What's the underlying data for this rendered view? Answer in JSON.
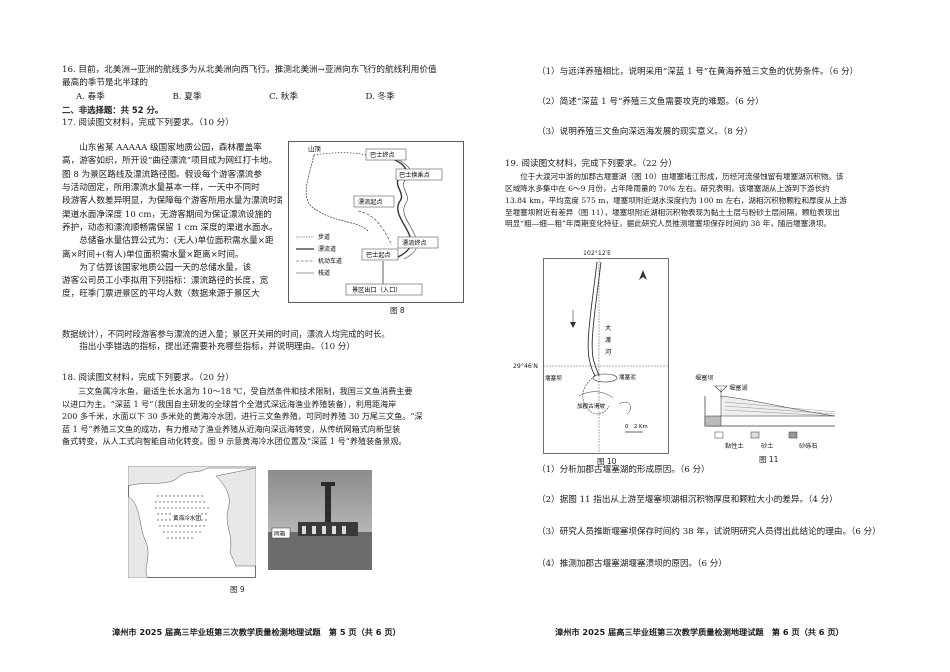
{
  "left": {
    "q16": {
      "line1": "16. 目前，北美洲→亚洲的航线多为从北美洲向西飞行。推测北美洲→亚洲向东飞行的航线利用价值",
      "line2": "最高的季节是北半球的",
      "options": [
        "A. 春季",
        "B. 夏季",
        "C. 秋季",
        "D. 冬季"
      ]
    },
    "section2": "二、非选择题：共 52 分。",
    "q17": {
      "title": "17. 阅读图文材料，完成下列要求。（10 分）",
      "lines": [
        "山东省某 AAAAA 级国家地质公园，森林覆盖率",
        "高，游客如织，所开设“曲径漂流”项目成为网红打卡地。",
        "图 8 为景区路线及漂流路径图。假设每个游客漂流参",
        "与活动固定，所用漂流水量基本一样，一天中不同时",
        "段游客人数差异明显，为保障每个游客所用水量为漂流时路径",
        "渠道水面净深度 10 cm，无游客期间为保证漂流设施的",
        "养护，动态和漂流顺畅需保留 1 cm 深度的渠道水面水。",
        "总储备水量估算公式为：(无人)单位面积需水量×距",
        "离×时间+(有人)单位面积需水量×距离×时间。"
      ],
      "para2": [
        "为了估算该国家地质公园一天的总储水量，该",
        "游客公司员工小李拟用下列指标：漂流路径的长度，宽",
        "度，旺季门票进景区的平均人数（数据来源于景区大",
        "数据统计），不同时段游客参与漂流的进入量；景区开关闸的时间，漂流人均完成的时长。"
      ],
      "ask": "指出小李错选的指标，提出还需要补充哪些指标，并说明理由。（10 分）",
      "figure": {
        "caption": "图 8",
        "labels": [
          "山顶",
          "巴士终点",
          "巴士换乘点",
          "漂流起点",
          "漂流终点",
          "巴士起点",
          "景区出口（入口）"
        ],
        "legend": [
          "步道",
          "漂流道",
          "机动车道",
          "栈道"
        ]
      }
    },
    "q18": {
      "title": "18. 阅读图文材料，完成下列要求。（20 分）",
      "lines": [
        "三文鱼属冷水鱼，最适生长水温为 10～18 ℃，受自然条件和技术限制，我国三文鱼消费主要",
        "以进口为主。“深蓝 1 号”（我国自主研发的全球首个全潜式深远海渔业养殖装备），利用距海岸",
        "200 多千米，水面以下 30 多米处的黄海冷水团，进行三文鱼养殖，可同时养殖 30 万尾三文鱼。“深",
        "蓝 1 号”养殖三文鱼的成功，有力推动了渔业养殖从近海向深远海转变，从传统网箱式向新型装",
        "备式转变，从人工式向智能自动化转变。图 9 示意黄海冷水团位置及“深蓝 1 号”养殖装备景观。"
      ],
      "figure": {
        "caption": "图 9",
        "map_label": "黄海冷水团",
        "photo_label": "网箱"
      }
    },
    "footer": "漳州市 2025 届高三毕业班第三次教学质量检测地理试题　第 5 页（共 6 页）"
  },
  "right": {
    "q18_sub": [
      "（1）与远洋养殖相比，说明采用“深蓝 1 号”在黄海养殖三文鱼的优势条件。（6 分）",
      "（2）简述“深蓝 1 号”养殖三文鱼需要攻克的难题。（6 分）",
      "（3）说明养殖三文鱼向深远海发展的现实意义。（8 分）"
    ],
    "q19": {
      "title": "19. 阅读图文材料，完成下列要求。（22 分）",
      "lines": [
        "位于大渡河中游的加郡古堰塞湖（图 10）由堰塞堵江形成，历经河流侵蚀留有堰塞湖沉积物。该",
        "区域降水多集中在 6～9 月份，占年降雨量的 70% 左右。研究表明，该堰塞湖从上游到下游长约",
        "13.84 km，平均宽度 575 m，堰塞坝附近湖水深度约为 100 m 左右，湖相沉积物颗粒和厚度从上游",
        "至堰塞坝附近有差异（图 11），堰塞坝附近湖相沉积物表现为黏土土层与粉砂土层间隔，颗粒表现出",
        "明显“粗—细—粗”年周期变化特征，据此研究人员推测堰塞坝保存时间约 38 年，随后堰塞溃坝。"
      ],
      "fig10": {
        "caption": "图 10",
        "lon": "102°12′E",
        "lat": "29°46′N",
        "river": [
          "大",
          "渡",
          "河"
        ],
        "labels": [
          "堰塞坝",
          "堰塞泥",
          "加郡古滑坡"
        ],
        "scale": "0　2 Km"
      },
      "fig11": {
        "caption": "图 11",
        "title": "堰塞坝",
        "title2": "堰塞湖",
        "legend": [
          "黏性土",
          "砂土",
          "砂砾石"
        ]
      },
      "sub": [
        "（1）分析加郡古堰塞湖的形成原因。（6 分）",
        "（2）据图 11 指出从上游至堰塞坝湖相沉积物厚度和颗粒大小的差异。（4 分）",
        "（3）研究人员推断堰塞坝保存时间约 38 年，试说明研究人员得出此结论的理由。（6 分）",
        "（4）推测加郡古堰塞湖堰塞溃坝的原因。（6 分）"
      ]
    },
    "footer": "漳州市 2025 届高三毕业班第三次教学质量检测地理试题　第 6 页（共 6 页）"
  }
}
